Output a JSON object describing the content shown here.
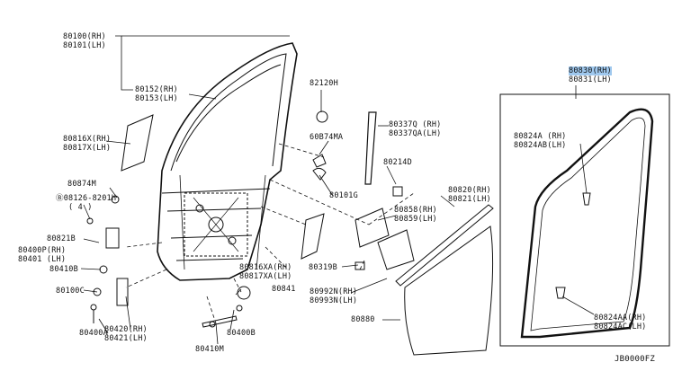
{
  "diagram_code": "JB0000FZ",
  "labels": [
    {
      "id": "80100",
      "lines": [
        "80100(RH)",
        "80101(LH)"
      ]
    },
    {
      "id": "80152",
      "lines": [
        "80152(RH)",
        "80153(LH)"
      ]
    },
    {
      "id": "82120H",
      "lines": [
        "82120H"
      ]
    },
    {
      "id": "80816X",
      "lines": [
        "80816X(RH)",
        "80817X(LH)"
      ]
    },
    {
      "id": "60B74MA",
      "lines": [
        "60B74MA"
      ]
    },
    {
      "id": "80337Q",
      "lines": [
        "80337Q (RH)",
        "80337QA(LH)"
      ]
    },
    {
      "id": "80214D",
      "lines": [
        "80214D"
      ]
    },
    {
      "id": "80874M",
      "lines": [
        "80874M"
      ]
    },
    {
      "id": "08126",
      "lines": [
        "Ⓑ08126-8201H",
        "( 4 )"
      ]
    },
    {
      "id": "80101G",
      "lines": [
        "80101G"
      ]
    },
    {
      "id": "80820",
      "lines": [
        "80820(RH)",
        "80821(LH)"
      ]
    },
    {
      "id": "80858",
      "lines": [
        "80858(RH)",
        "80859(LH)"
      ]
    },
    {
      "id": "80821B",
      "lines": [
        "80821B"
      ]
    },
    {
      "id": "80400P",
      "lines": [
        "80400P(RH)",
        "80401 (LH)"
      ]
    },
    {
      "id": "80410B",
      "lines": [
        "80410B"
      ]
    },
    {
      "id": "80816XA",
      "lines": [
        "80816XA(RH)",
        "80817XA(LH)"
      ]
    },
    {
      "id": "80319B",
      "lines": [
        "80319B"
      ]
    },
    {
      "id": "80841",
      "lines": [
        "80841"
      ]
    },
    {
      "id": "80100C",
      "lines": [
        "80100C"
      ]
    },
    {
      "id": "80992N",
      "lines": [
        "80992N(RH)",
        "80993N(LH)"
      ]
    },
    {
      "id": "80880",
      "lines": [
        "80880"
      ]
    },
    {
      "id": "80400A",
      "lines": [
        "80400A"
      ]
    },
    {
      "id": "80420",
      "lines": [
        "80420(RH)",
        "80421(LH)"
      ]
    },
    {
      "id": "80400B",
      "lines": [
        "80400B"
      ]
    },
    {
      "id": "80410M",
      "lines": [
        "80410M"
      ]
    },
    {
      "id": "80830",
      "lines": [
        "80830(RH)",
        "80831(LH)"
      ]
    },
    {
      "id": "80824A",
      "lines": [
        "80824A (RH)",
        "80824AB(LH)"
      ]
    },
    {
      "id": "80824AA",
      "lines": [
        "80824AA(RH)",
        "80824AC(LH)"
      ]
    }
  ]
}
